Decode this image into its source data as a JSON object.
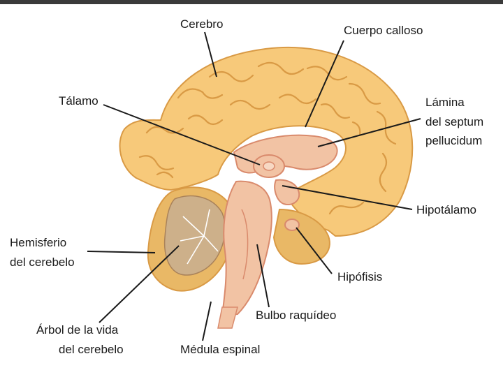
{
  "diagram": {
    "labels": {
      "cerebro": "Cerebro",
      "cuerpo_calloso": "Cuerpo calloso",
      "talamo": "Tálamo",
      "lamina_1": "Lámina",
      "lamina_2": "del septum",
      "lamina_3": "pellucidum",
      "hipotalamo": "Hipotálamo",
      "hemisferio_1": "Hemisferio",
      "hemisferio_2": "del cerebelo",
      "hipofisis": "Hipófisis",
      "bulbo": "Bulbo raquídeo",
      "arbol_1": "Árbol de la vida",
      "arbol_2": "del cerebelo",
      "medula": "Médula espinal"
    },
    "colors": {
      "cerebrum": "#f7c97a",
      "cerebrum_fold": "#d99a45",
      "cerebellum": "#e9b866",
      "arbor": "#a9825a",
      "brainstem": "#f2c3a4",
      "brainstem_dark": "#d98a6c",
      "bar": "#3a3a3a"
    }
  }
}
